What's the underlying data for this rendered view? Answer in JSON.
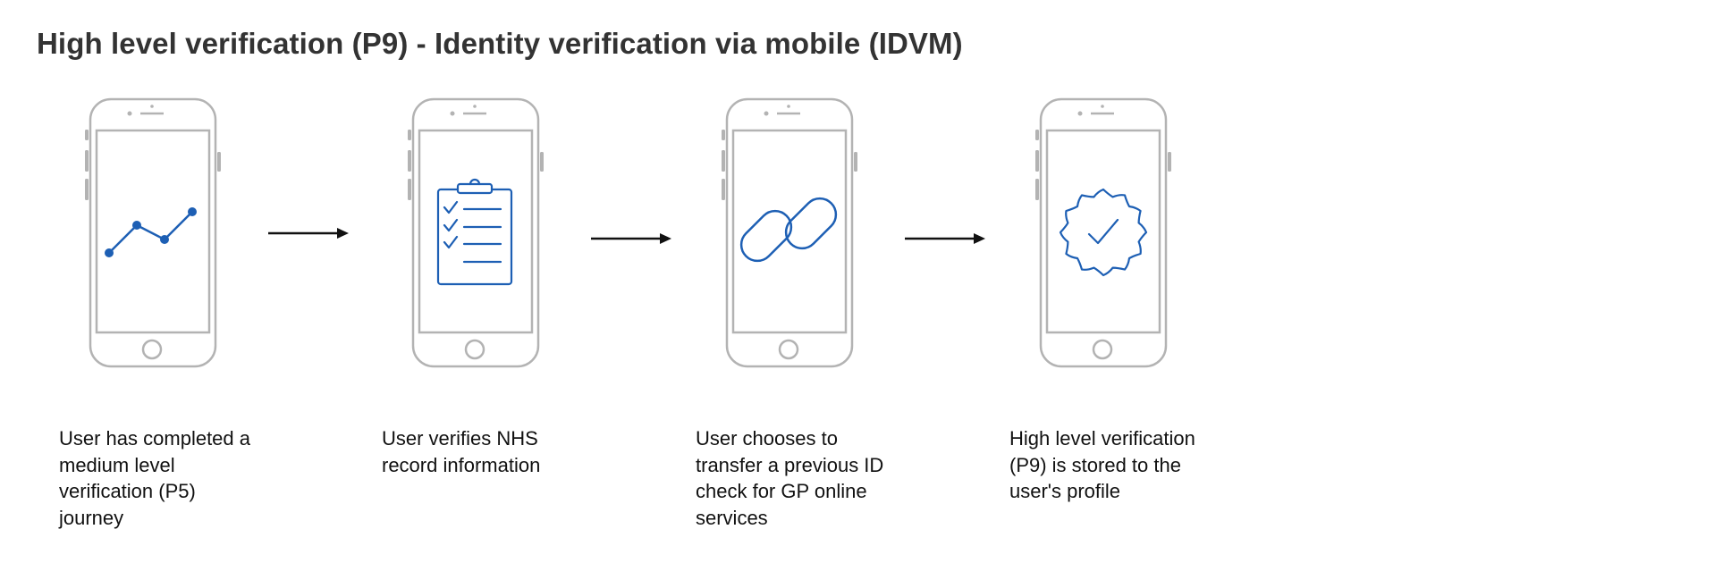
{
  "title": "High level verification (P9) - Identity verification via mobile (IDVM)",
  "colors": {
    "phone_outline": "#b3b3b3",
    "icon": "#1d5fb4",
    "arrow": "#111111",
    "title": "#333333"
  },
  "steps": [
    {
      "icon": "line-chart-icon",
      "caption": "User has completed a medium level verification (P5) journey"
    },
    {
      "icon": "clipboard-checklist-icon",
      "caption": "User verifies NHS record information"
    },
    {
      "icon": "link-icon",
      "caption": "User chooses to transfer a previous ID check for GP online services"
    },
    {
      "icon": "verified-badge-icon",
      "caption": "High level verification (P9) is stored to the user's profile"
    }
  ]
}
